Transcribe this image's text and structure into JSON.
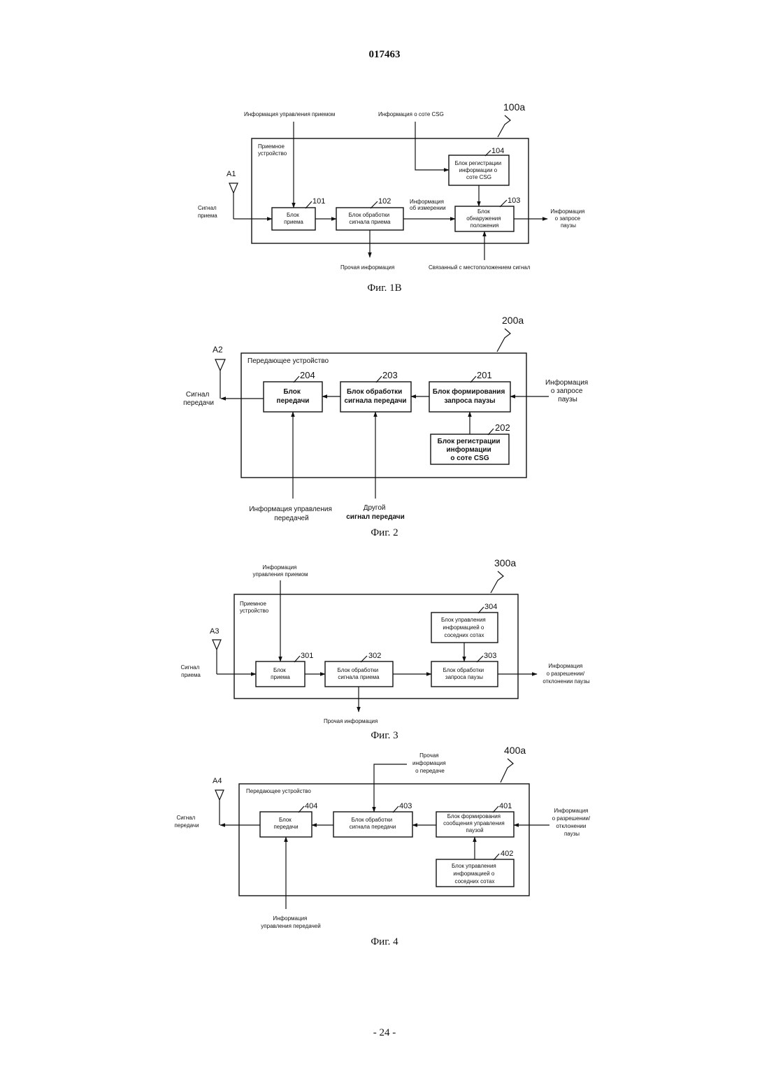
{
  "header": {
    "doc_number": "017463"
  },
  "footer": {
    "page_number": "- 24 -"
  },
  "figures": [
    {
      "ref": "100a",
      "caption": "Фиг. 1В",
      "device_label": [
        "Приемное",
        "устройство"
      ],
      "antenna": "A1",
      "blocks": {
        "b101": {
          "num": "101",
          "lines": [
            "Блок",
            "приема"
          ]
        },
        "b102": {
          "num": "102",
          "lines": [
            "Блок обработки",
            "сигнала приема"
          ]
        },
        "b103": {
          "num": "103",
          "lines": [
            "Блок",
            "обнаружения",
            "положения"
          ]
        },
        "b104": {
          "num": "104",
          "lines": [
            "Блок регистрации",
            "информации о",
            "соте CSG"
          ]
        }
      },
      "io": {
        "rx_signal": [
          "Сигнал",
          "приема"
        ],
        "rx_control": "Информация управления приемом",
        "csg_info": "Информация о соте CSG",
        "measurement": [
          "Информация",
          "об измерении"
        ],
        "pause_request": [
          "Информация",
          "о запросе",
          "паузы"
        ],
        "other_info": "Прочая информация",
        "location_signal": "Связанный с местоположением сигнал"
      }
    },
    {
      "ref": "200a",
      "caption": "Фиг. 2",
      "device_label": [
        "Передающее устройство"
      ],
      "antenna": "A2",
      "blocks": {
        "b204": {
          "num": "204",
          "lines": [
            "Блок",
            "передачи"
          ]
        },
        "b203": {
          "num": "203",
          "lines": [
            "Блок обработки",
            "сигнала передачи"
          ]
        },
        "b201": {
          "num": "201",
          "lines": [
            "Блок формирования",
            "запроса паузы"
          ]
        },
        "b202": {
          "num": "202",
          "lines": [
            "Блок регистрации",
            "информации",
            "о соте CSG"
          ]
        }
      },
      "io": {
        "tx_signal": [
          "Сигнал",
          "передачи"
        ],
        "pause_request": [
          "Информация",
          "о запросе",
          "паузы"
        ],
        "tx_control": [
          "Информация управления",
          "передачей"
        ],
        "other_tx": [
          "Другой",
          "сигнал передачи"
        ]
      }
    },
    {
      "ref": "300a",
      "caption": "Фиг. 3",
      "device_label": [
        "Приемное",
        "устройство"
      ],
      "antenna": "A3",
      "blocks": {
        "b301": {
          "num": "301",
          "lines": [
            "Блок",
            "приема"
          ]
        },
        "b302": {
          "num": "302",
          "lines": [
            "Блок обработки",
            "сигнала приема"
          ]
        },
        "b303": {
          "num": "303",
          "lines": [
            "Блок обработки",
            "запроса паузы"
          ]
        },
        "b304": {
          "num": "304",
          "lines": [
            "Блок управления",
            "информацией о",
            "соседних сотах"
          ]
        }
      },
      "io": {
        "rx_signal": [
          "Сигнал",
          "приема"
        ],
        "rx_control": [
          "Информация",
          "управления приемом"
        ],
        "pause_result": [
          "Информация",
          "о разрешении/",
          "отклонении паузы"
        ],
        "other_info": "Прочая информация"
      }
    },
    {
      "ref": "400a",
      "caption": "Фиг. 4",
      "device_label": [
        "Передающее устройство"
      ],
      "antenna": "A4",
      "blocks": {
        "b404": {
          "num": "404",
          "lines": [
            "Блок",
            "передачи"
          ]
        },
        "b403": {
          "num": "403",
          "lines": [
            "Блок обработки",
            "сигнала передачи"
          ]
        },
        "b401": {
          "num": "401",
          "lines": [
            "Блок формирования",
            "сообщения управления",
            "паузой"
          ]
        },
        "b402": {
          "num": "402",
          "lines": [
            "Блок управления",
            "информацией о",
            "соседних сотах"
          ]
        }
      },
      "io": {
        "tx_signal": [
          "Сигнал",
          "передачи"
        ],
        "other_tx": [
          "Прочая",
          "информация",
          "о передаче"
        ],
        "pause_result": [
          "Информация",
          "о разрешении/",
          "отклонении",
          "паузы"
        ],
        "tx_control": [
          "Информация",
          "управления передачей"
        ]
      }
    }
  ]
}
